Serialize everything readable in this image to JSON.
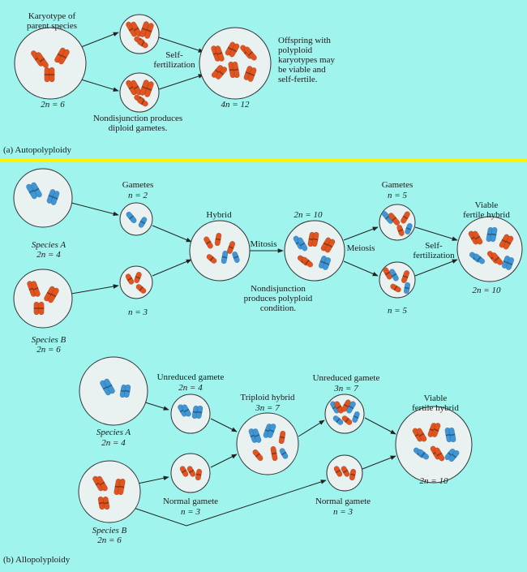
{
  "colors": {
    "background": "#9ff4ee",
    "divider": "#fff200",
    "cell_fill": "#eaf1f1",
    "cell_stroke": "#333333",
    "chromosome_orange": "#e2541f",
    "chromosome_blue": "#3e96d6"
  },
  "autopolyploidy": {
    "parent_label": "Karyotype of\nparent species",
    "parent_ploidy": "2n = 6",
    "self_fertilization": "Self-\nfertilization",
    "nondisjunction_note": "Nondisjunction produces\ndiploid gametes.",
    "offspring_ploidy": "4n = 12",
    "offspring_note": "Offspring with\npolyploid\nkaryotypes may\nbe viable and\nself-fertile.",
    "panel_label": "(a) Autopolyploidy"
  },
  "allopolyploidy_top": {
    "species_a": "Species A",
    "species_a_ploidy": "2n = 4",
    "species_b": "Species B",
    "species_b_ploidy": "2n = 6",
    "gametes_label": "Gametes",
    "gamete_a_ploidy": "n = 2",
    "gamete_b_ploidy": "n = 3",
    "hybrid_label": "Hybrid",
    "mitosis_label": "Mitosis",
    "polyploid_ploidy": "2n = 10",
    "nondisjunction_note": "Nondisjunction\nproduces polyploid\ncondition.",
    "meiosis_label": "Meiosis",
    "gametes2_label": "Gametes",
    "gamete2_top_ploidy": "n = 5",
    "gamete2_bottom_ploidy": "n = 5",
    "self_fertilization": "Self-\nfertilization",
    "viable_label": "Viable\nfertile hybrid",
    "viable_ploidy": "2n = 10"
  },
  "allopolyploidy_bottom": {
    "species_a": "Species A",
    "species_a_ploidy": "2n = 4",
    "species_b": "Species B",
    "species_b_ploidy": "2n = 6",
    "unreduced_gamete_label": "Unreduced gamete",
    "unreduced_gamete_ploidy": "2n = 4",
    "normal_gamete_label": "Normal gamete",
    "normal_gamete_ploidy": "n = 3",
    "triploid_label": "Triploid hybrid",
    "triploid_ploidy": "3n = 7",
    "unreduced_gamete2_label": "Unreduced gamete",
    "unreduced_gamete2_ploidy": "3n = 7",
    "normal_gamete2_label": "Normal gamete",
    "normal_gamete2_ploidy": "n = 3",
    "viable_label": "Viable\nfertile hybrid",
    "viable_ploidy": "2n = 10",
    "panel_label": "(b) Allopolyploidy"
  }
}
